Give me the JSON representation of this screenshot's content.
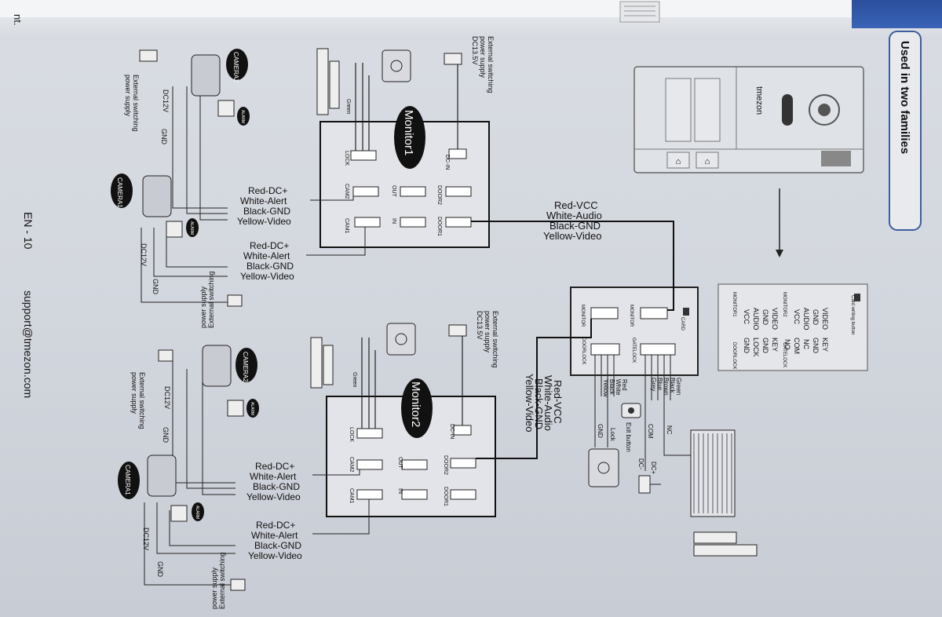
{
  "page": {
    "tab_title": "Used in two families",
    "footer_page": "EN - 10",
    "footer_email": "support@tmezon.com",
    "edge_fragment": "nt."
  },
  "outdoor_unit": {
    "brand": "tmezon"
  },
  "terminal_panel": {
    "card_label": "Card writing button",
    "left_rows": [
      "VIDEO",
      "GND",
      "AUDIO",
      "VCC"
    ],
    "left_rows2": [
      "VIDEO",
      "GND",
      "AUDIO",
      "VCC"
    ],
    "right_rows": [
      "KEY",
      "GND",
      "NC",
      "COM",
      "NO"
    ],
    "right_rows2": [
      "KEY",
      "GND",
      "LOCK",
      "GND"
    ],
    "monitor1": "MONITOR1",
    "monitor2": "MONITOR2",
    "gatelock": "GATELOCK",
    "doorlock": "DOORLOCK"
  },
  "distributor": {
    "card": "CARD",
    "monitor": "MONITOR",
    "monitor_b": "MONITOR",
    "gatelock": "GATELOCK",
    "doorlock": "DOORLOCK",
    "gate_wires": [
      "Green",
      "Black",
      "Brown",
      "Blue",
      "Grey"
    ],
    "door_wires": [
      "Red",
      "White",
      "Black",
      "Yellow"
    ],
    "exit_button": "Exit button",
    "gnd": "GND",
    "lock": "Lock",
    "com": "COM",
    "nc": "NC",
    "dc_plus": "DC+",
    "dc_minus": "DC-"
  },
  "monitor1": {
    "name": "Monitor1",
    "ports": {
      "dcin": "DC-IN",
      "lock": "LOCK",
      "cam2": "CAM2",
      "cam1": "CAM1",
      "out": "OUT",
      "in": "IN",
      "door2": "DOOR2",
      "door1": "DOOR1"
    },
    "green": "Green",
    "supply": [
      "External switching",
      "power supply",
      "DC13.5V"
    ],
    "door_wires": [
      "Red-VCC",
      "White-Audio",
      "Black-GND",
      "Yellow-Video"
    ]
  },
  "monitor2": {
    "name": "Monitor2",
    "ports": {
      "dcin": "DC-IN",
      "lock": "LOCK",
      "cam2": "CAM2",
      "cam1": "CAM1",
      "out": "OUT",
      "in": "IN",
      "door2": "DOOR2",
      "door1": "DOOR1"
    },
    "green": "Green",
    "supply": [
      "External switching",
      "power supply",
      "DC13.5V"
    ],
    "door_wires": [
      "Red-VCC",
      "White-Audio",
      "Black-GND",
      "Yellow-Video"
    ]
  },
  "camera_wires": [
    "Red-DC+",
    "White-Alert",
    "Black-GND",
    "Yellow-Video"
  ],
  "cameras": {
    "c2_top": "CAMERA2",
    "c1_top": "CAMERA1",
    "c2_bot": "CAMERA2",
    "c1_bot": "CAMERA1",
    "alarm": "ALARM"
  },
  "power": {
    "dc12v": "DC12V",
    "gnd": "GND",
    "ext1": "External switching",
    "ext2": "power supply"
  }
}
